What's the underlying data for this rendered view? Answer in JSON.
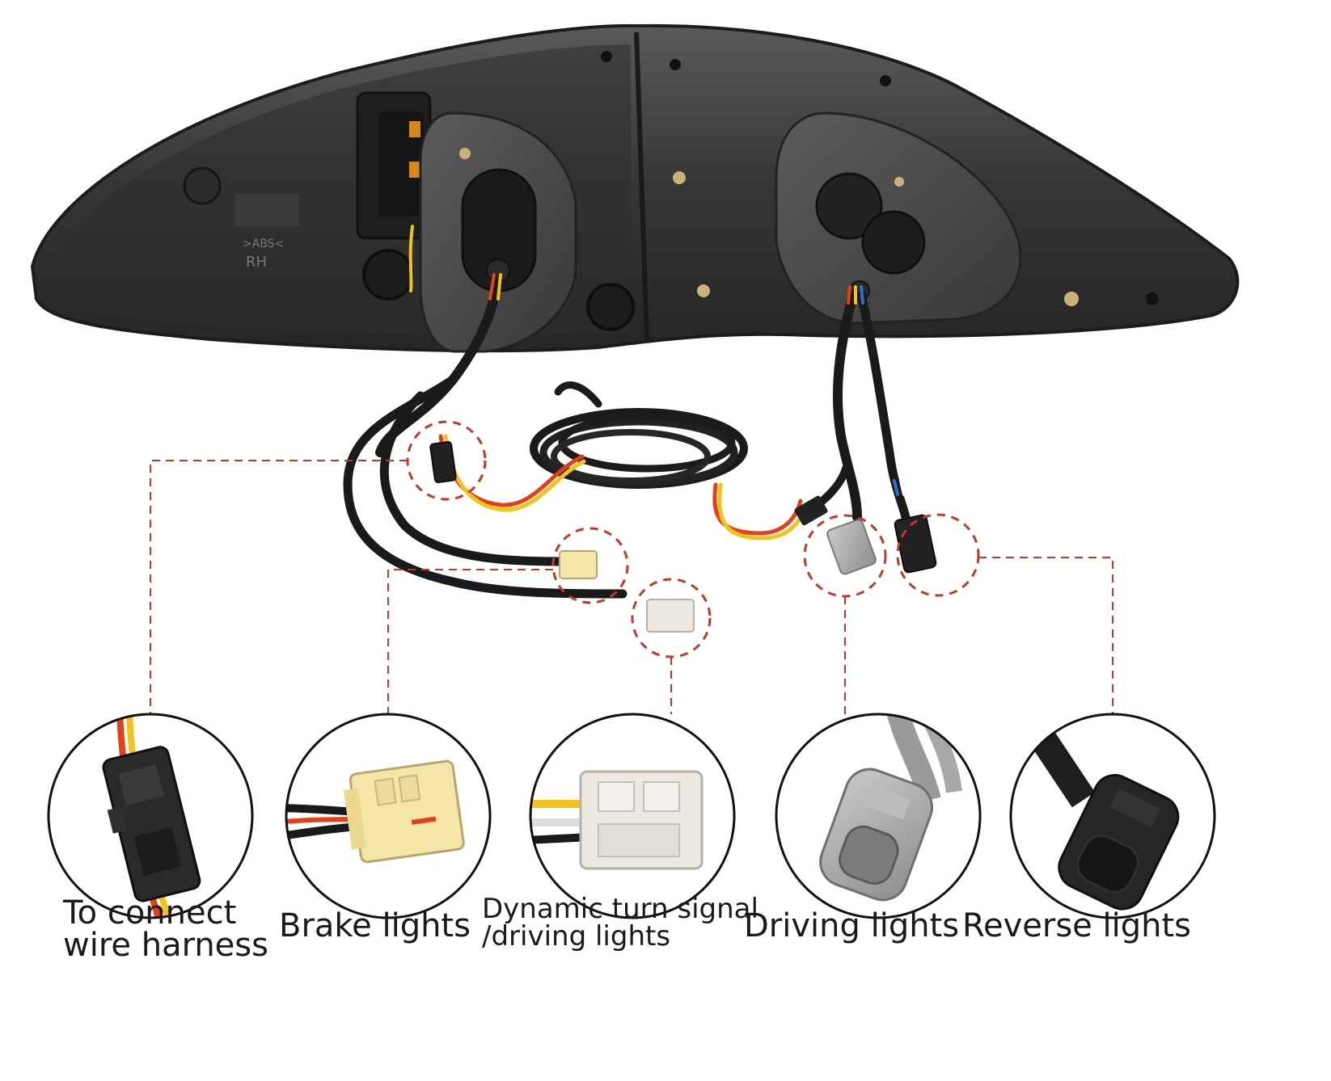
{
  "embossed": {
    "abs": ">ABS<",
    "side": "RH"
  },
  "colors": {
    "guide_line": "#c0392b",
    "lamp_body": "#3a3a3a",
    "lamp_dark": "#1e1e1e",
    "foam": "#4a4a4a",
    "wire": "#1a1a1a",
    "wire_red": "#e0401a",
    "wire_yellow": "#f2c318",
    "connector_black": "#222222",
    "connector_cream": "#f3e6a8",
    "connector_white": "#ece8e2",
    "connector_gray": "#a9a9a9"
  },
  "callouts": [
    {
      "id": "harness",
      "lines": [
        "To connect",
        "wire harness"
      ],
      "icon": "connector-black-inline"
    },
    {
      "id": "brake",
      "lines": [
        "Brake lights"
      ],
      "icon": "connector-cream"
    },
    {
      "id": "turn",
      "lines": [
        "Dynamic turn signal",
        "/driving lights"
      ],
      "icon": "connector-white"
    },
    {
      "id": "driving",
      "lines": [
        "Driving lights"
      ],
      "icon": "connector-gray"
    },
    {
      "id": "reverse",
      "lines": [
        "Reverse lights"
      ],
      "icon": "connector-black"
    }
  ]
}
